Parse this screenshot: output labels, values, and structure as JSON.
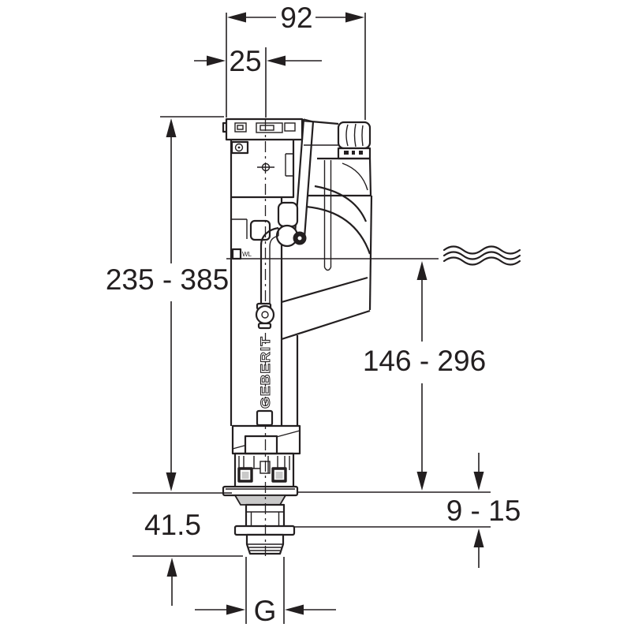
{
  "figure": {
    "type": "technical dimension drawing",
    "product": "fill valve, bottom supply",
    "brand_label": "GEBERIT",
    "water_level_label": "WL",
    "dimensions": {
      "overall_width": "92",
      "inlet_center_offset": "25",
      "overall_height_range": "235 - 385",
      "water_level_height_range": "146 - 296",
      "shank_length_below_tank": "41.5",
      "tank_wall_thickness_range": "9 - 15",
      "thread_label": "G"
    },
    "colors": {
      "line": "#231f20",
      "shade": "#c9c9c9",
      "background": "#ffffff"
    }
  }
}
